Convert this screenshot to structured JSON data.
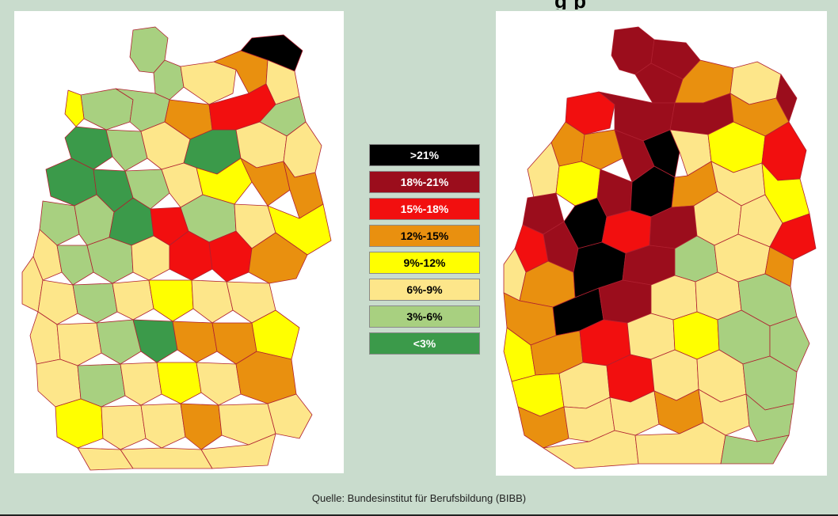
{
  "header_fragment": "g   p",
  "source": "Quelle:  Bundesinstitut  für Berufsbildung  (BIBB)",
  "legend": [
    {
      "label": ">21%",
      "color": "#000000",
      "text_color": "#ffffff"
    },
    {
      "label": "18%-21%",
      "color": "#9b0d1c",
      "text_color": "#ffffff"
    },
    {
      "label": "15%-18%",
      "color": "#f20f0f",
      "text_color": "#ffffff"
    },
    {
      "label": "12%-15%",
      "color": "#e9900f",
      "text_color": "#000000"
    },
    {
      "label": "9%-12%",
      "color": "#ffff00",
      "text_color": "#000000"
    },
    {
      "label": "6%-9%",
      "color": "#fde68a",
      "text_color": "#000000"
    },
    {
      "label": "3%-6%",
      "color": "#a8d080",
      "text_color": "#000000"
    },
    {
      "label": "<3%",
      "color": "#3b9a4a",
      "text_color": "#ffffff"
    }
  ],
  "maps": [
    {
      "name": "left-map"
    },
    {
      "name": "right-map"
    }
  ]
}
